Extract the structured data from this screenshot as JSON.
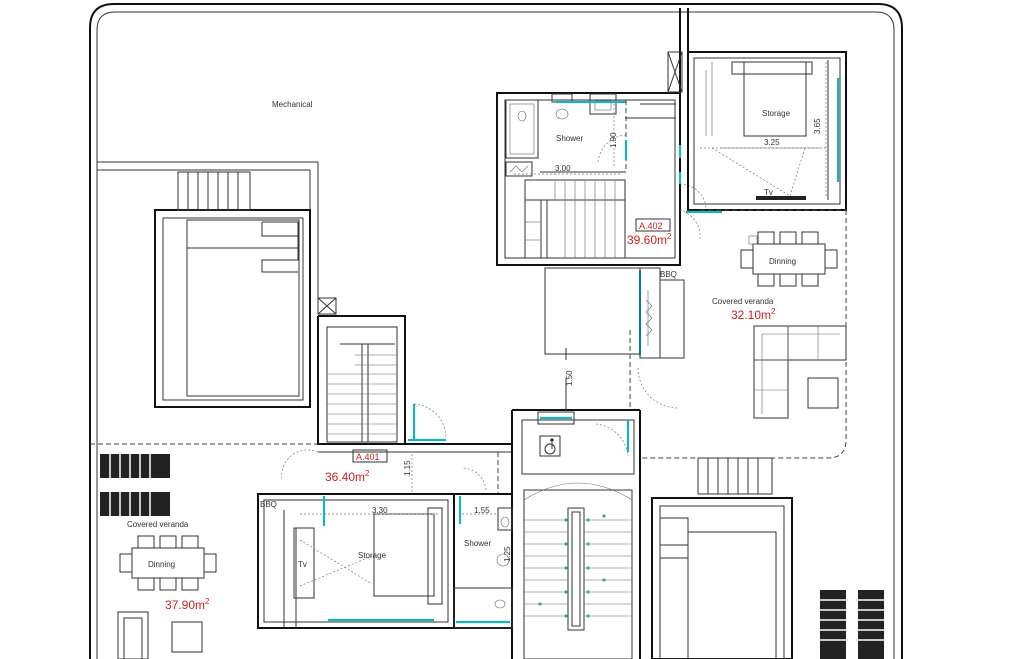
{
  "labels": {
    "mechanical": "Mechanical",
    "shower_upper": "Shower",
    "storage_upper": "Storage",
    "dinning_right": "Dinning",
    "covered_veranda_right": "Covered veranda",
    "bbq_right": "BBQ",
    "tv_upper": "Tv",
    "bbq_left": "BBQ",
    "covered_veranda_left": "Covered veranda",
    "dinning_left": "Dinning",
    "storage_lower": "Storage",
    "shower_lower": "Shower",
    "tv_lower": "Tv"
  },
  "tags": {
    "a402": "A.402",
    "a401": "A.401"
  },
  "areas": {
    "a402": "39.60m",
    "right_veranda": "32.10m",
    "a401": "36.40m",
    "left_veranda": "37.90m",
    "unit_superscript": "2"
  },
  "dimensions": {
    "d300": "3.00",
    "d190": "1.90",
    "d325": "3.25",
    "d365": "3.65",
    "d150": "1.50",
    "d115": "1.15",
    "d330": "3.30",
    "d155": "1.55",
    "d125": "1.25"
  },
  "colors": {
    "walls": "#111111",
    "glazing": "#19b3c0",
    "area_text": "#d42020",
    "stair_arrows": "#2bb673"
  }
}
